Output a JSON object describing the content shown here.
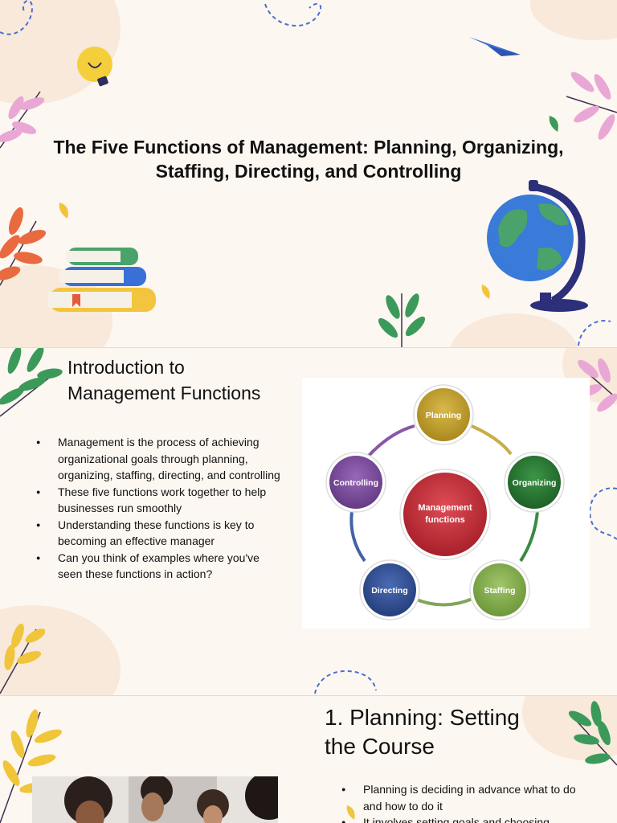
{
  "slide1": {
    "title": "The Five Functions of Management: Planning, Organizing, Staffing, Directing, and Controlling"
  },
  "slide2": {
    "heading_line1": "Introduction to",
    "heading_line2": "Management Functions",
    "bullets": [
      "Management is the process of achieving organizational goals through planning, organizing, staffing, directing, and controlling",
      "These five functions work together to help businesses run smoothly",
      "Understanding these functions is key to becoming an effective manager",
      "Can you think of examples where you've seen these functions in action?"
    ],
    "diagram": {
      "center_line1": "Management",
      "center_line2": "functions",
      "nodes": [
        "Planning",
        "Organizing",
        "Staffing",
        "Directing",
        "Controlling"
      ],
      "node_colors": [
        "#c2a12e",
        "#2a7a34",
        "#86ae4e",
        "#2e4f93",
        "#7d4d9c"
      ],
      "center_color": "#c7303a"
    }
  },
  "slide3": {
    "heading_line1": "1. Planning: Setting",
    "heading_line2": "the Course",
    "bullets": [
      "Planning is deciding in advance what to do and how to do it",
      "It involves setting goals and choosing"
    ]
  }
}
